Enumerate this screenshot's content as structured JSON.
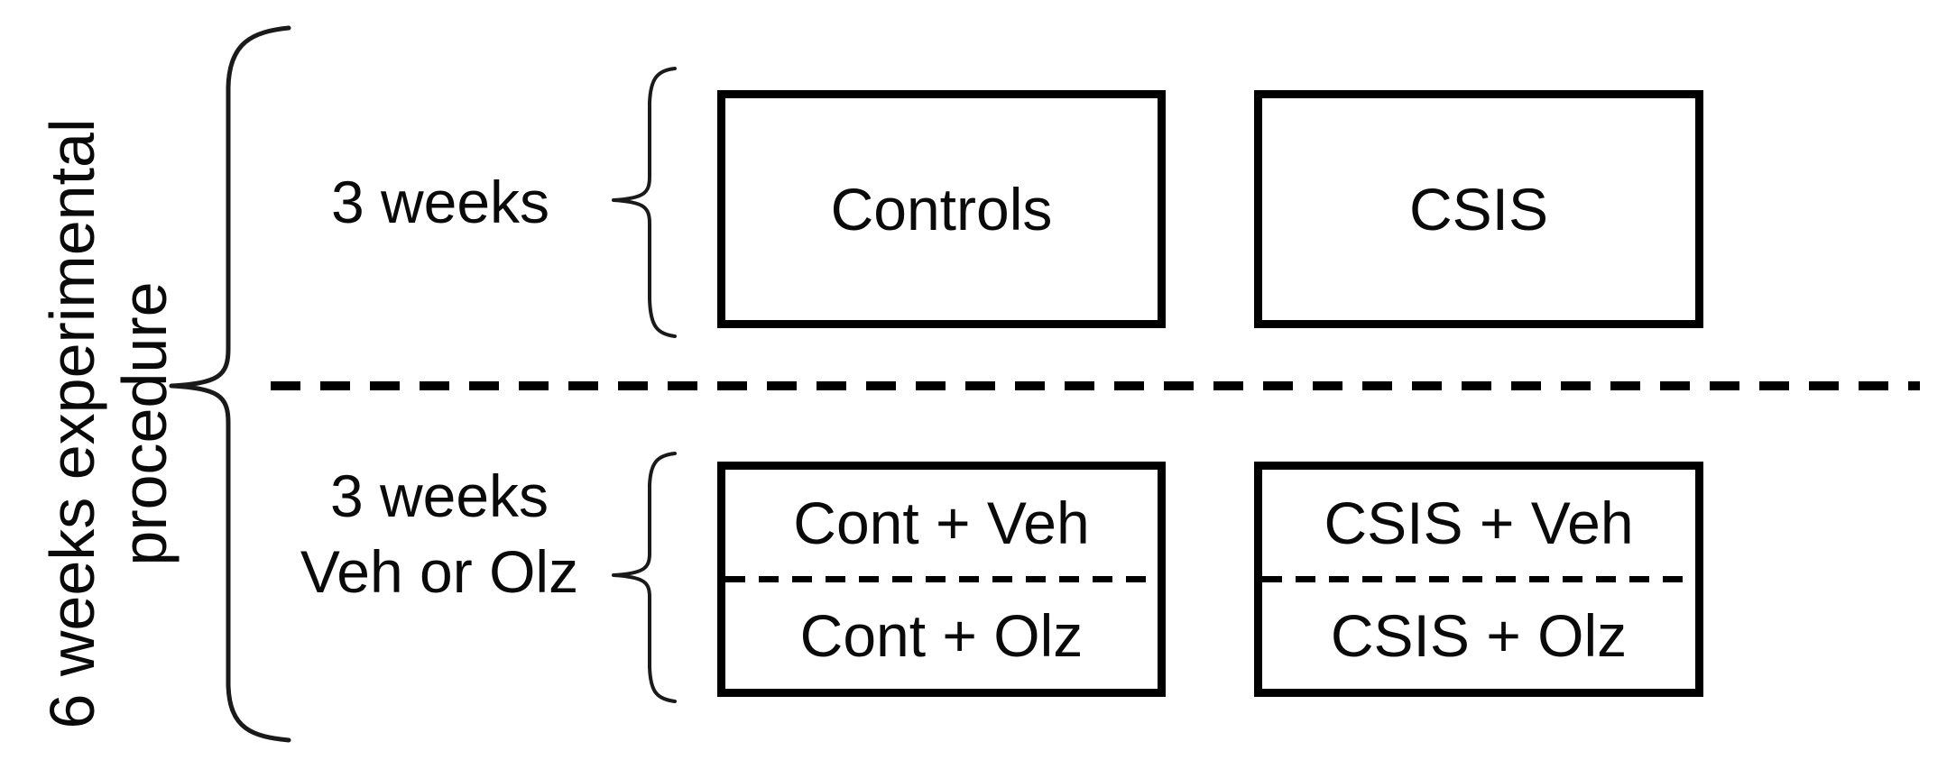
{
  "figure": {
    "overall_label": {
      "line1": "6 weeks experimental",
      "line2": "procedure"
    },
    "phase1": {
      "duration_label": "3 weeks",
      "groups": [
        {
          "name": "Controls"
        },
        {
          "name": "CSIS"
        }
      ]
    },
    "phase2": {
      "duration_label_line1": "3 weeks",
      "duration_label_line2": "Veh or Olz",
      "groups": [
        {
          "top": "Cont + Veh",
          "bottom": "Cont + Olz"
        },
        {
          "top": "CSIS + Veh",
          "bottom": "CSIS + Olz"
        }
      ]
    },
    "colors": {
      "ink": "#0a0a0a",
      "background": "#ffffff"
    }
  }
}
